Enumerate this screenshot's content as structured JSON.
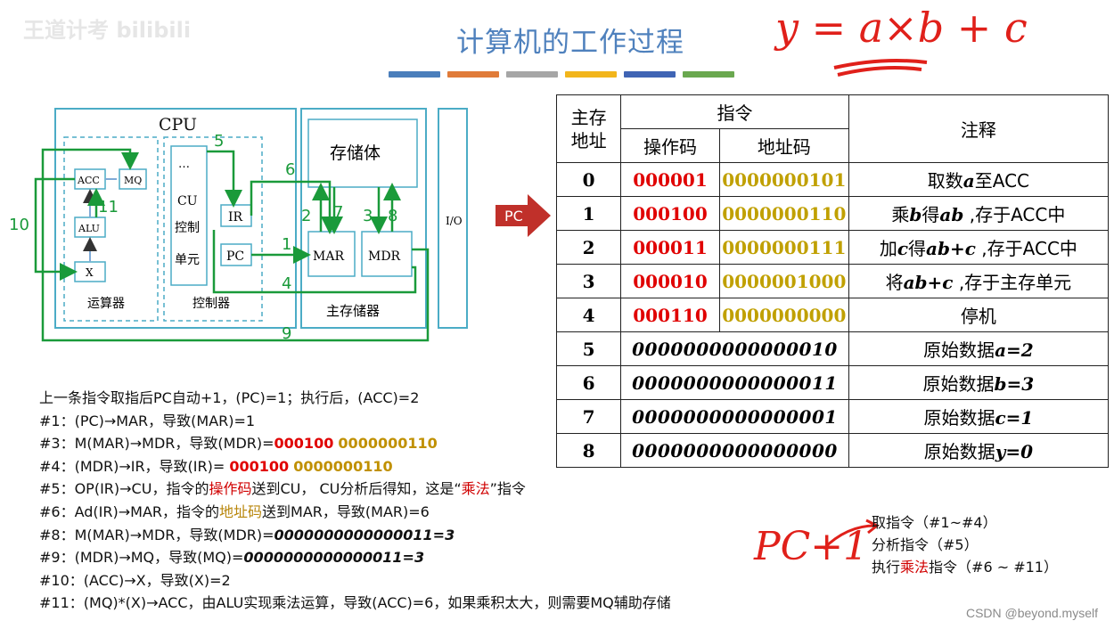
{
  "title": "计算机的工作过程",
  "watermark": "王道计考 bilibili",
  "credit": "CSDN @beyond.myself",
  "handwriting": {
    "formula": "y = a×b + c",
    "pc_inc": "PC+1"
  },
  "colors": {
    "title": "#4f81bd",
    "opcode": "#e00000",
    "address": "#c0a000",
    "cpu_box": "#4bacc6",
    "path": "#1a9a3a",
    "arrow": "#c0302a"
  },
  "color_bars": [
    "#4a7ebb",
    "#e07b39",
    "#a6a6a6",
    "#f2b51b",
    "#3f64b4",
    "#6aa84f"
  ],
  "diagram": {
    "cpu": "CPU",
    "acc": "ACC",
    "mq": "MQ",
    "alu": "ALU",
    "x": "X",
    "alu_unit": "运算器",
    "ellipsis": "…",
    "cu": "CU",
    "cu_line1": "控制",
    "cu_line2": "单元",
    "ir": "IR",
    "pc": "PC",
    "control_unit": "控制器",
    "storage": "存储体",
    "mar": "MAR",
    "mdr": "MDR",
    "main_memory": "主存储器",
    "io": "I/O",
    "pc_pointer": "PC",
    "path_numbers": [
      "1",
      "2",
      "3",
      "4",
      "5",
      "6",
      "7",
      "8",
      "9",
      "10",
      "11"
    ]
  },
  "table": {
    "headers": {
      "address": "主存地址",
      "addr_l1": "主存",
      "addr_l2": "地址",
      "instruction": "指令",
      "opcode": "操作码",
      "address_code": "地址码",
      "comment": "注释"
    },
    "instr_rows": [
      {
        "addr": "0",
        "op": "000001",
        "ad": "0000000101",
        "note_parts": [
          "取数",
          "a",
          "至ACC"
        ]
      },
      {
        "addr": "1",
        "op": "000100",
        "ad": "0000000110",
        "note_parts": [
          "乘",
          "b",
          "得",
          "ab",
          " ,存于ACC中"
        ]
      },
      {
        "addr": "2",
        "op": "000011",
        "ad": "0000000111",
        "note_parts": [
          "加",
          "c",
          "得",
          "ab+c",
          " ,存于ACC中"
        ]
      },
      {
        "addr": "3",
        "op": "000010",
        "ad": "0000001000",
        "note_parts": [
          "将",
          "ab+c",
          " ,存于主存单元"
        ]
      },
      {
        "addr": "4",
        "op": "000110",
        "ad": "0000000000",
        "note_parts": [
          "停机"
        ]
      }
    ],
    "data_rows": [
      {
        "addr": "5",
        "value": "0000000000000010",
        "note_plain": "原始数据",
        "note_it": "a=2"
      },
      {
        "addr": "6",
        "value": "0000000000000011",
        "note_plain": "原始数据",
        "note_it": "b=3"
      },
      {
        "addr": "7",
        "value": "0000000000000001",
        "note_plain": "原始数据",
        "note_it": "c=1"
      },
      {
        "addr": "8",
        "value": "0000000000000000",
        "note_plain": "原始数据",
        "note_it": "y=0"
      }
    ]
  },
  "steps": {
    "intro": "上一条指令取指后PC自动+1，(PC)=1；执行后，(ACC)=2",
    "s1": "#1：(PC)→MAR，导致(MAR)=1",
    "s3_pre": "#3：M(MAR)→MDR，导致(MDR)=",
    "s3_op": "000100",
    "s3_ad": "0000000110",
    "s4_pre": "#4：(MDR)→IR，导致(IR)= ",
    "s4_op": "000100",
    "s4_ad": "0000000110",
    "s5_a": "#5：OP(IR)→CU，指令的",
    "s5_b": "操作码",
    "s5_c": "送到CU， CU分析后得知，这是“",
    "s5_d": "乘法",
    "s5_e": "”指令",
    "s6_a": "#6：Ad(IR)→MAR，指令的",
    "s6_b": "地址码",
    "s6_c": "送到MAR，导致(MAR)=6",
    "s8_pre": "#8：M(MAR)→MDR，导致(MDR)=",
    "s8_val": "0000000000000011=3",
    "s9_pre": "#9：(MDR)→MQ，导致(MQ)=",
    "s9_val": "0000000000000011=3",
    "s10": "#10：(ACC)→X，导致(X)=2",
    "s11": "#11：(MQ)*(X)→ACC，由ALU实现乘法运算，导致(ACC)=6，如果乘积太大，则需要MQ辅助存储"
  },
  "phases": {
    "fetch": "取指令（#1~#4）",
    "analyze": "分析指令（#5）",
    "exec_a": "执行",
    "exec_b": "乘法",
    "exec_c": "指令（#6 ~ #11）"
  }
}
